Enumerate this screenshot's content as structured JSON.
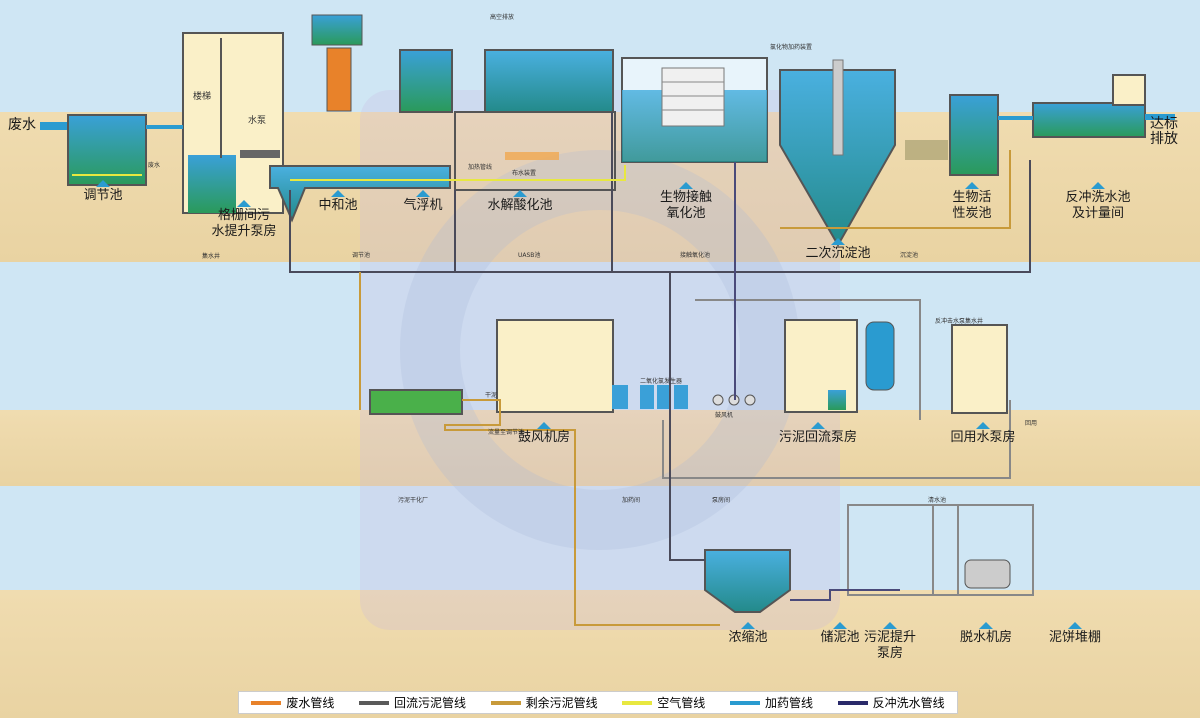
{
  "units": [
    {
      "id": "regulating-tank",
      "name": "调节池"
    },
    {
      "id": "screen-pump-house",
      "name": "格栅间污\n水提升泵房"
    },
    {
      "id": "neutralization-tank",
      "name": "中和池"
    },
    {
      "id": "air-flotation",
      "name": "气浮机"
    },
    {
      "id": "hydrolysis-tank",
      "name": "水解酸化池"
    },
    {
      "id": "contact-oxidation-tank",
      "name": "生物接触\n氧化池"
    },
    {
      "id": "secondary-clarifier",
      "name": "二次沉淀池"
    },
    {
      "id": "activated-carbon-tank",
      "name": "生物活\n性炭池"
    },
    {
      "id": "backwash-tank",
      "name": "反冲洗水池\n及计量间"
    },
    {
      "id": "blower-room",
      "name": "鼓风机房"
    },
    {
      "id": "sludge-return-pump-room",
      "name": "污泥回流泵房"
    },
    {
      "id": "reuse-pump-room",
      "name": "回用水泵房"
    },
    {
      "id": "thickener",
      "name": "浓缩池"
    },
    {
      "id": "sludge-storage",
      "name": "储泥池"
    },
    {
      "id": "sludge-lift-pump-room",
      "name": "污泥提升\n泵房"
    },
    {
      "id": "dewatering-room",
      "name": "脱水机房"
    },
    {
      "id": "cake-shed",
      "name": "泥饼堆棚"
    }
  ],
  "side_labels": {
    "inlet": "废水",
    "outlet": "达标\n排放"
  },
  "equipment": {
    "stairs": "楼梯",
    "pump": "水泵"
  },
  "small_labels": [
    "高空排放",
    "氯化物加药装置",
    "加热管线",
    "布水装置",
    "废水",
    "集水井",
    "调节池",
    "UASB池",
    "接触氧化池",
    "沉淀池",
    "干泥",
    "流量至调节池",
    "二氧化氯发生器",
    "鼓风机",
    "反冲击水泵集水井",
    "回用",
    "污泥干化厂",
    "加药间",
    "泵房间",
    "清水池"
  ],
  "legend": [
    {
      "label": "废水管线",
      "color": "#e8822a"
    },
    {
      "label": "回流污泥管线",
      "color": "#5a5a5a"
    },
    {
      "label": "剩余污泥管线",
      "color": "#c89a3a"
    },
    {
      "label": "空气管线",
      "color": "#e8e840"
    },
    {
      "label": "加药管线",
      "color": "#2a9bd0"
    },
    {
      "label": "反冲洗水管线",
      "color": "#2a2a6a"
    }
  ]
}
